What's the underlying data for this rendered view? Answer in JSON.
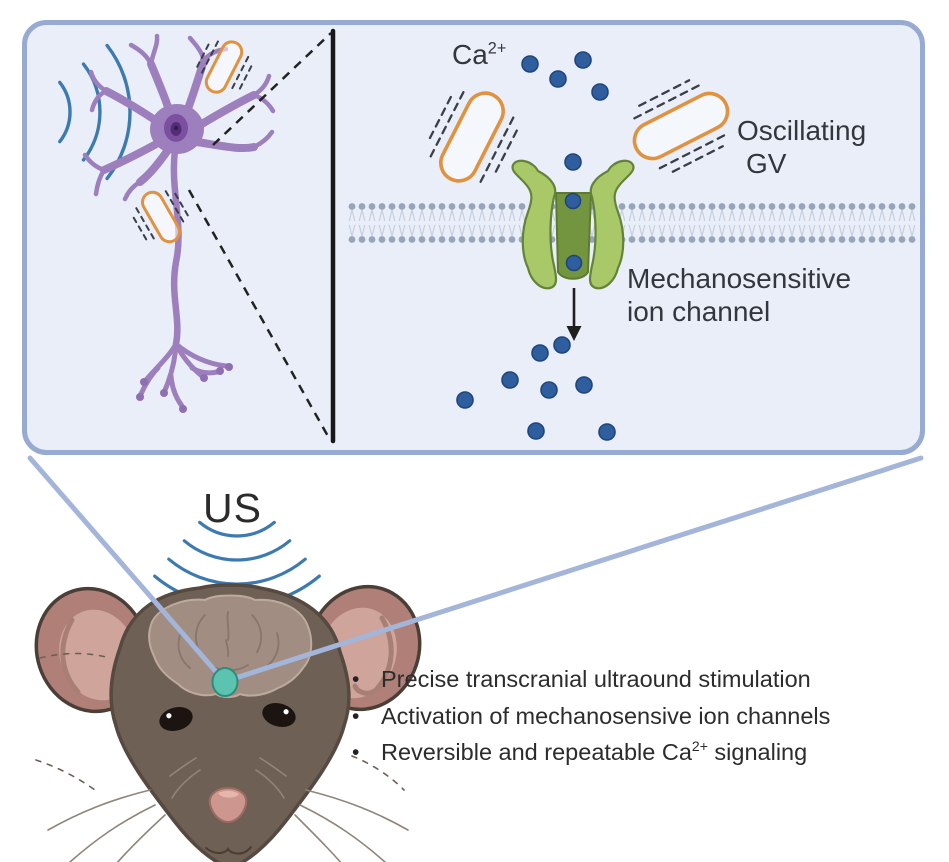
{
  "panel": {
    "ca_label": {
      "base": "Ca",
      "sup": "2+"
    },
    "oscillating_label": {
      "line1": "Oscillating",
      "line2": "GV"
    },
    "channel_label": {
      "line1": "Mechanosensitive",
      "line2": "ion channel"
    }
  },
  "mouse": {
    "us_label": "US"
  },
  "bullets": {
    "marker": "•",
    "items": [
      {
        "prefix": "Precise transcranial ultraound stimulation",
        "sup": "",
        "suffix": ""
      },
      {
        "prefix": "Activation of mechanosensive ion channels",
        "sup": "",
        "suffix": ""
      },
      {
        "prefix": "Reversible and repeatable Ca",
        "sup": "2+",
        "suffix": " signaling"
      }
    ]
  },
  "colors": {
    "panel_border": "#97aad1",
    "panel_bg": "#e9eef8",
    "ultrasound_wave": "#3c7ab0",
    "neuron_purple": "#9d7fbd",
    "gas_vesicle_orange": "#e0923f",
    "calcium_ion_blue": "#2f5e9e",
    "channel_green": "#a9c968",
    "membrane_gray": "#97a5bb",
    "target_dot_teal": "#5cc3b1",
    "callout_line": "#a4b5da"
  }
}
